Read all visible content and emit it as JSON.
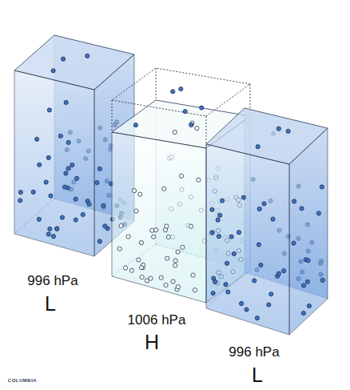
{
  "diagram": {
    "labels": [
      "996 hPa",
      "L",
      "1006 hPa",
      "H",
      "996 hPa",
      "L",
      "COLUMBIA"
    ]
  }
}
